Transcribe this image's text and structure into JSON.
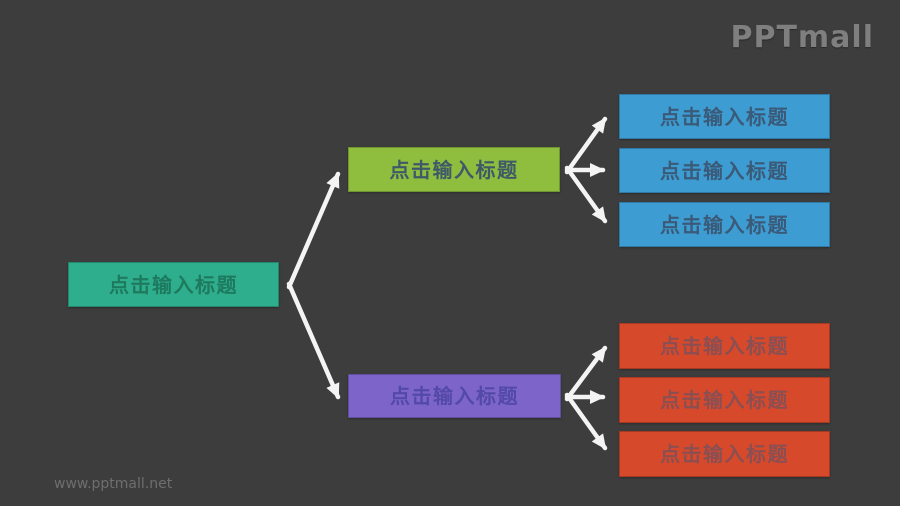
{
  "page": {
    "background_color": "#3d3d3d"
  },
  "branding": {
    "logo_text": "PPTmall",
    "logo_color": "#7f7f7f",
    "watermark_text": "www.pptmall.net",
    "watermark_color": "#6e6e6e"
  },
  "diagram": {
    "arrow_color": "#f4f4f4",
    "root": {
      "label": "点击输入标题",
      "bg_color": "#2eae8c",
      "text_color": "#1e7a5f"
    },
    "branch_top": {
      "label": "点击输入标题",
      "bg_color": "#8fbe3e",
      "text_color": "#3e5a68"
    },
    "branch_bottom": {
      "label": "点击输入标题",
      "bg_color": "#7d64c8",
      "text_color": "#5349a6"
    },
    "leaves_top": {
      "bg_color": "#3d9cd2",
      "text_color": "#3a5a78",
      "items": [
        {
          "label": "点击输入标题"
        },
        {
          "label": "点击输入标题"
        },
        {
          "label": "点击输入标题"
        }
      ]
    },
    "leaves_bottom": {
      "bg_color": "#d7492b",
      "text_color": "#8a4f52",
      "items": [
        {
          "label": "点击输入标题"
        },
        {
          "label": "点击输入标题"
        },
        {
          "label": "点击输入标题"
        }
      ]
    }
  }
}
